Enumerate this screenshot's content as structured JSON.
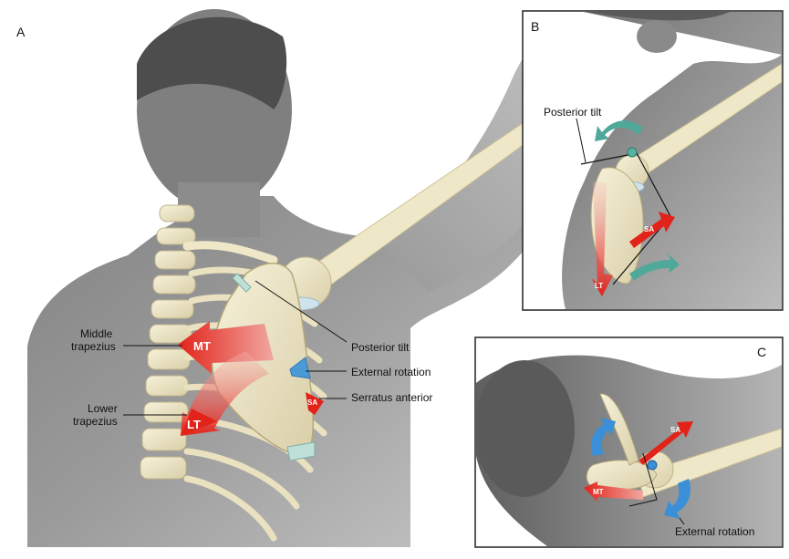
{
  "panels": {
    "a": {
      "letter": "A"
    },
    "b": {
      "letter": "B"
    },
    "c": {
      "letter": "C"
    }
  },
  "labels_a": {
    "middle_trapezius_1": "Middle",
    "middle_trapezius_2": "trapezius",
    "lower_trapezius_1": "Lower",
    "lower_trapezius_2": "trapezius",
    "posterior_tilt": "Posterior tilt",
    "external_rotation": "External rotation",
    "serratus_anterior": "Serratus anterior"
  },
  "labels_b": {
    "posterior_tilt": "Posterior tilt"
  },
  "labels_c": {
    "external_rotation": "External rotation"
  },
  "arrow_labels": {
    "mt": "MT",
    "lt": "LT",
    "sa": "SA"
  },
  "colors": {
    "muscle_red": "#e2231a",
    "bone": "#f1ebcf",
    "teal_arrow": "#4fa89a",
    "blue_arrow": "#3a8fd6",
    "skin_gray": "#8a8a8a"
  }
}
